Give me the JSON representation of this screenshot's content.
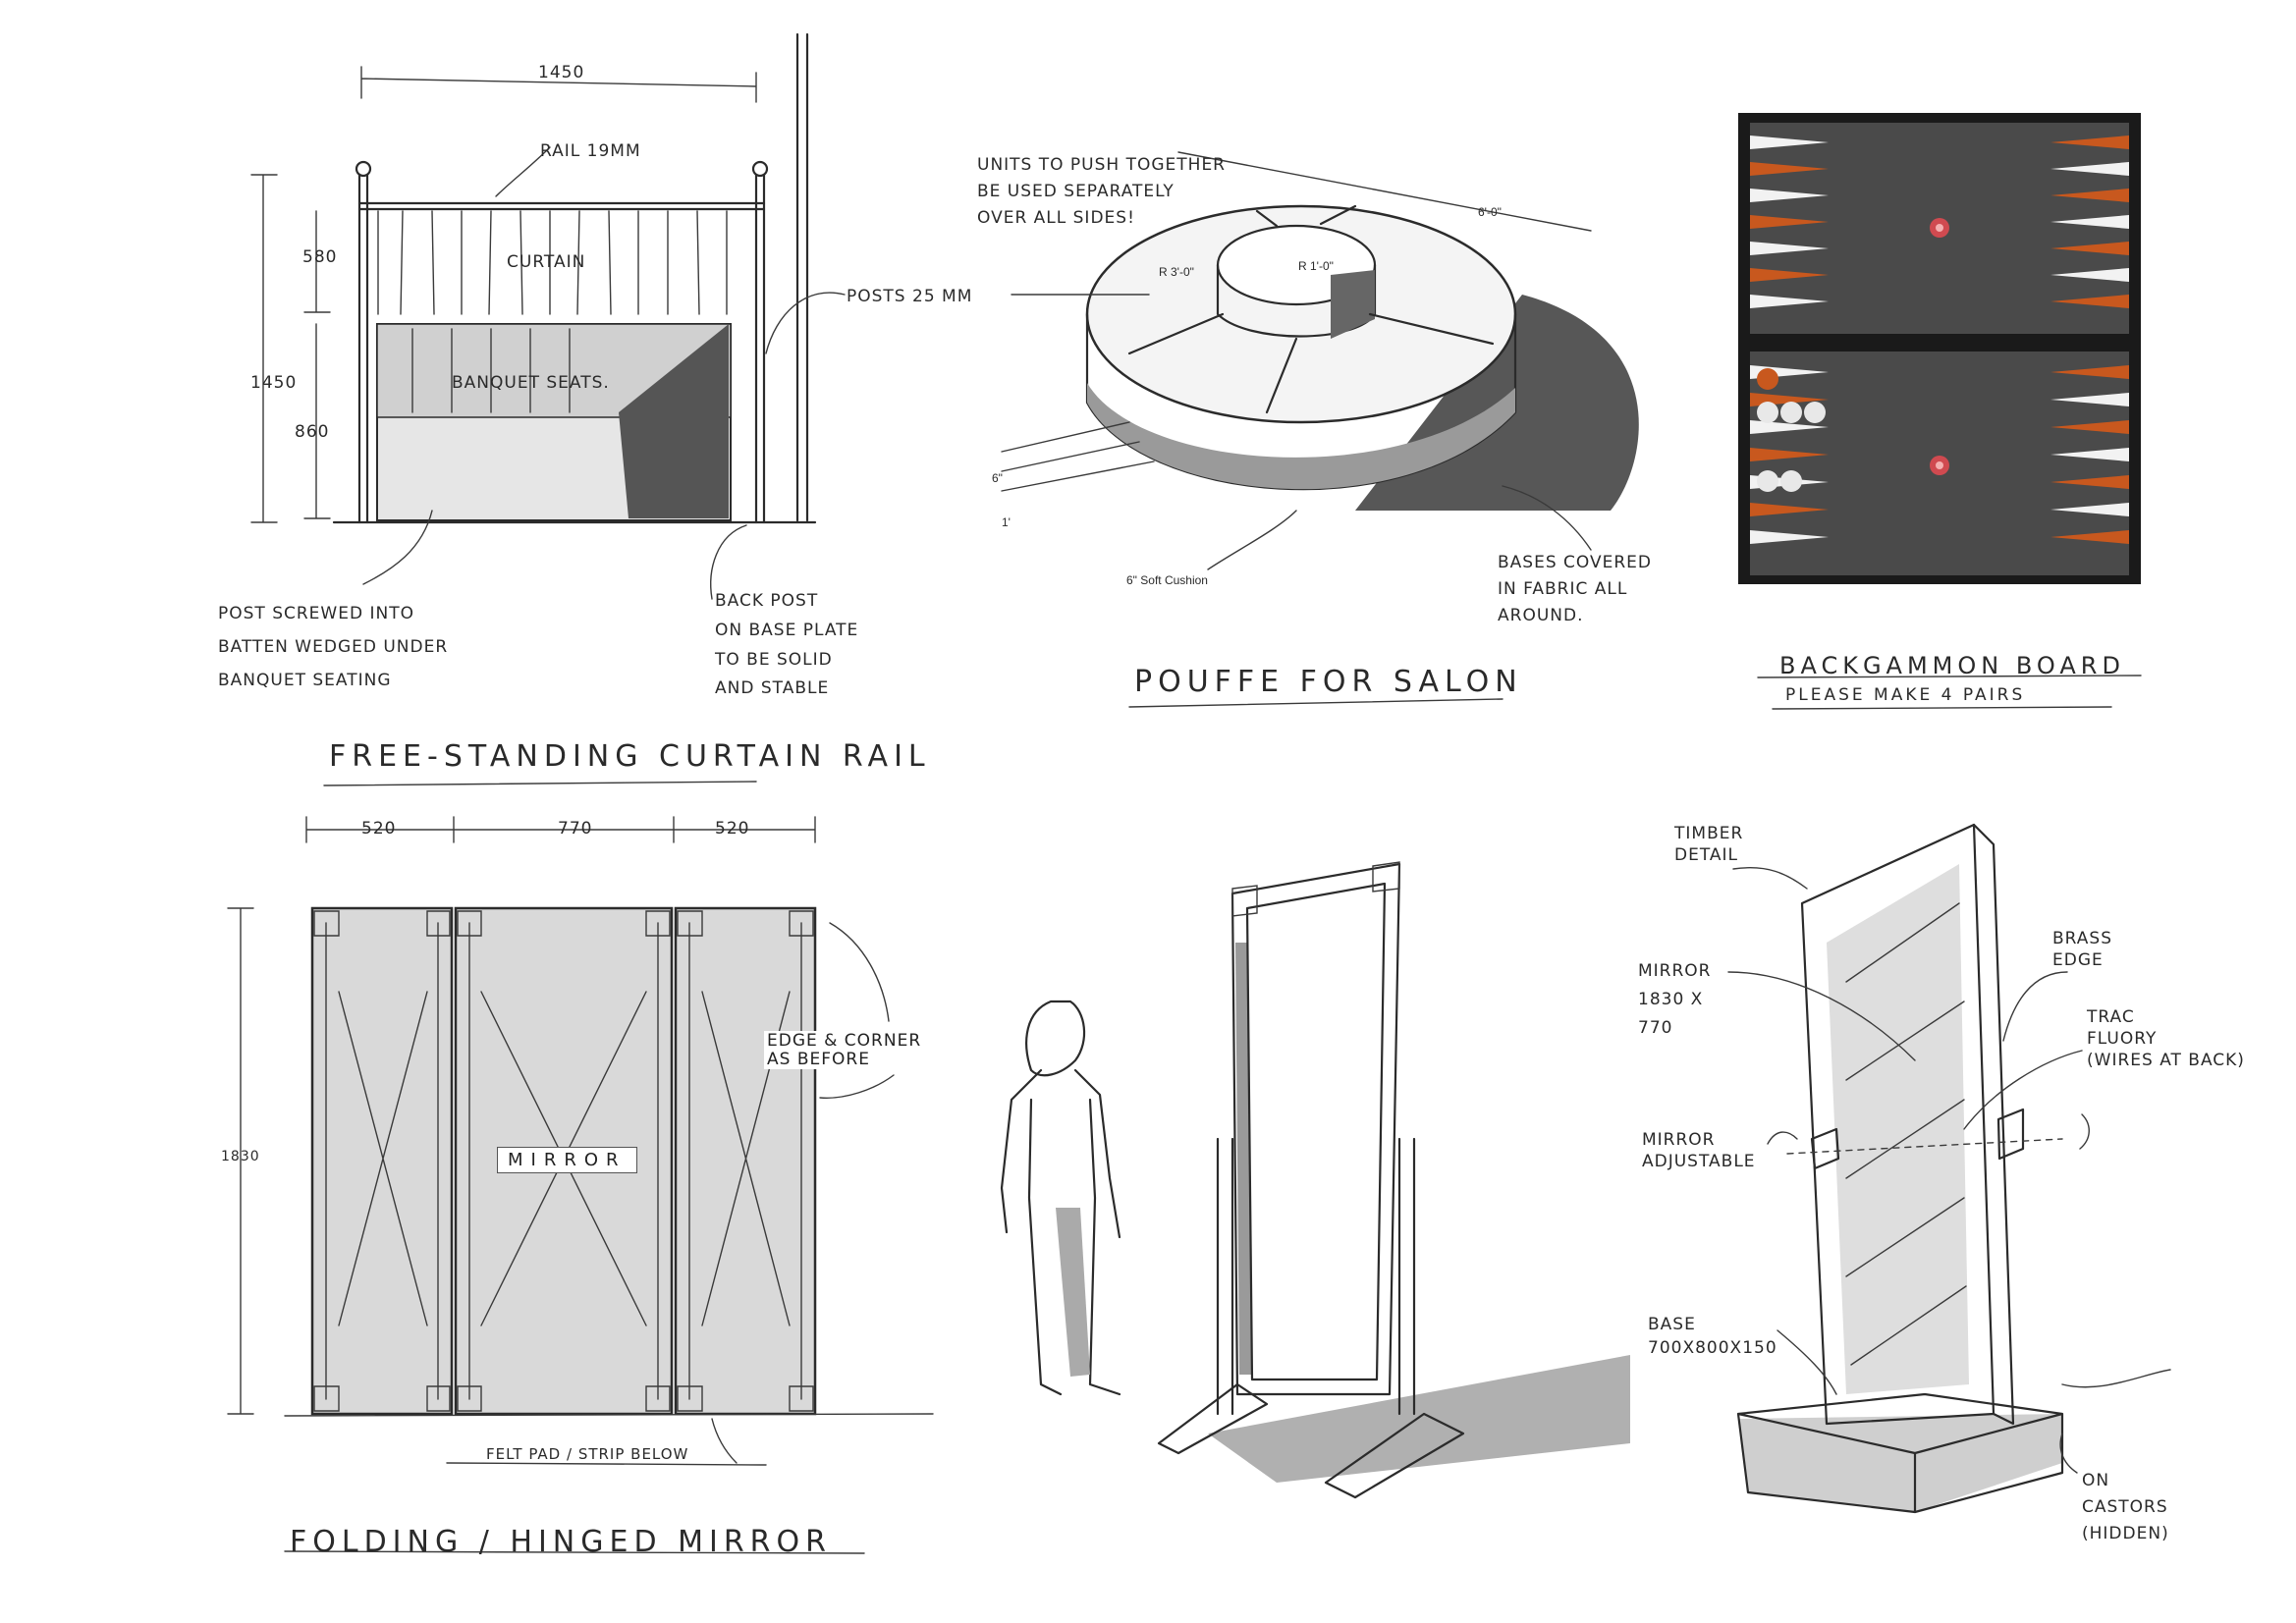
{
  "colors": {
    "ink": "#2b2b2b",
    "mirror_fill": "#d9d9d9",
    "board_dark": "#4a4a4a",
    "board_frame": "#1a1a1a",
    "point_orange": "#c8581e",
    "point_white": "#f2f2f2",
    "checker_white": "#e8e8e8",
    "checker_orange": "#c8581e"
  },
  "curtain_rail": {
    "title": "FREE-STANDING CURTAIN RAIL",
    "dim_width": "1450",
    "dim_height": "1450",
    "dim_upper": "580",
    "dim_lower": "860",
    "rail_note": "RAIL 19mm",
    "curtain_label": "CURTAIN",
    "seats_label": "BANQUET SEATS.",
    "posts_note": "POSTS 25 mm",
    "note_left_lines": [
      "POST SCREWED INTO",
      "BATTEN WEDGED UNDER",
      "BANQUET SEATING"
    ],
    "note_right_lines": [
      "BACK POST",
      "ON BASE PLATE",
      "TO BE SOLID",
      "AND STABLE"
    ]
  },
  "pouffe": {
    "title": "POUFFE FOR SALON",
    "note_top_lines": [
      "UNITS TO PUSH TOGETHER",
      "BE USED SEPARATELY",
      "OVER ALL SIDES!"
    ],
    "dim_overall": "6'-0\"",
    "dim_r3": "R 3'-0\"",
    "dim_r1": "R 1'-0\"",
    "dim_6": "6\"",
    "dim_1": "1'",
    "cushion_label": "6\" Soft Cushion",
    "note_bases_lines": [
      "BASES COVERED",
      "IN FABRIC ALL",
      "AROUND."
    ]
  },
  "backgammon": {
    "title": "BACKGAMMON BOARD",
    "subtitle": "PLEASE MAKE 4 PAIRS"
  },
  "folding_mirror": {
    "title": "FOLDING / HINGED MIRROR",
    "dim_left": "520",
    "dim_middle": "770",
    "dim_right": "520",
    "dim_height": "1830",
    "mirror_label": "MIRROR",
    "edge_note_lines": [
      "EDGE & CORNER",
      "AS BEFORE"
    ],
    "felt_note": "FELT PAD / STRIP BELOW"
  },
  "standing_mirror": {
    "timber_note_lines": [
      "TIMBER",
      "DETAIL"
    ],
    "mirror_note_lines": [
      "MIRROR",
      "1830 x",
      "770"
    ],
    "adjustable_note_lines": [
      "MIRROR",
      "ADJUSTABLE"
    ],
    "brass_note_lines": [
      "BRASS",
      "EDGE"
    ],
    "flex_note_lines": [
      "TRAC",
      "FLUORY",
      "(WIRES AT BACK)"
    ],
    "base_note_lines": [
      "BASE",
      "700x800x150"
    ],
    "castors_note_lines": [
      "ON",
      "CASTORS",
      "(HIDDEN)"
    ]
  }
}
